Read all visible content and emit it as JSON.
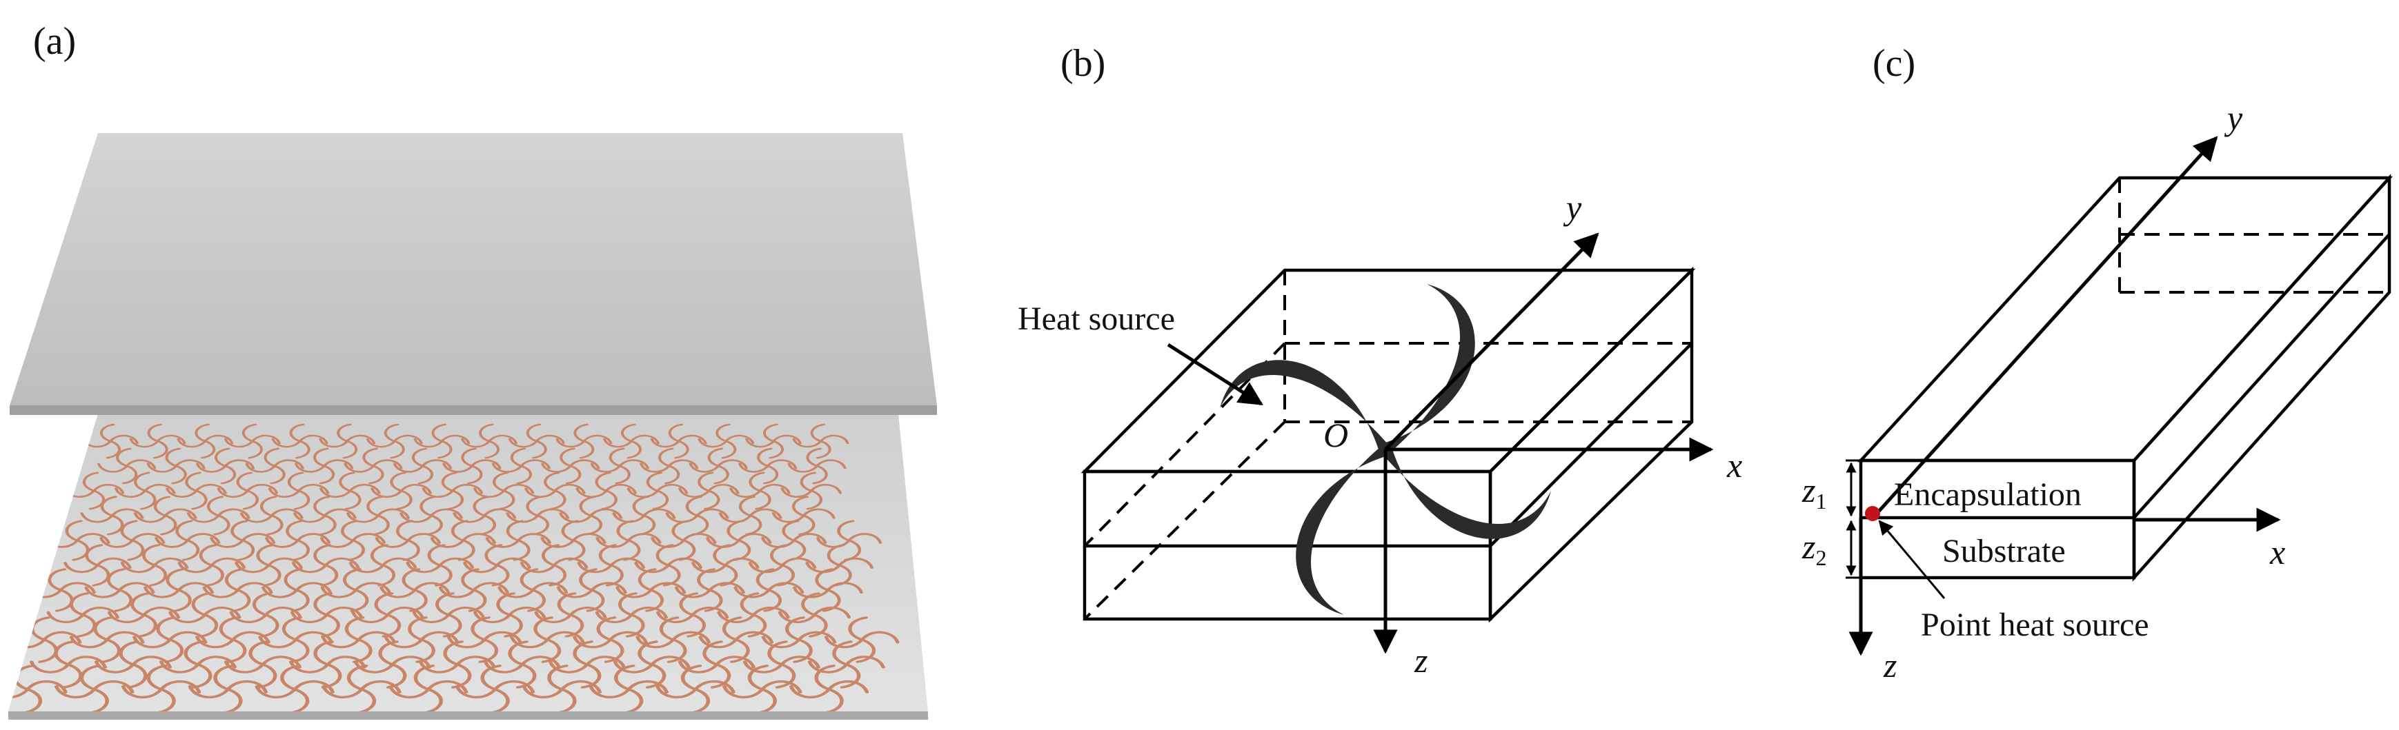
{
  "figure": {
    "panels": {
      "a": {
        "label": "(a)"
      },
      "b": {
        "label": "(b)",
        "heat_source_label": "Heat source",
        "axes": {
          "x": "x",
          "y": "y",
          "z": "z",
          "origin": "O"
        }
      },
      "c": {
        "label": "(c)",
        "layer_top_label": "Encapsulation",
        "layer_bottom_label": "Substrate",
        "point_source_label": "Point heat source",
        "thickness_1": "z",
        "thickness_1_sub": "1",
        "thickness_2": "z",
        "thickness_2_sub": "2",
        "axes": {
          "x": "x",
          "y": "y",
          "z": "z"
        }
      }
    },
    "colors": {
      "encapsulation_sheet": "#c9c9c9",
      "substrate_sheet": "#d8d8d8",
      "heater_pattern": "#c98567",
      "point_source": "#c0141a"
    }
  }
}
